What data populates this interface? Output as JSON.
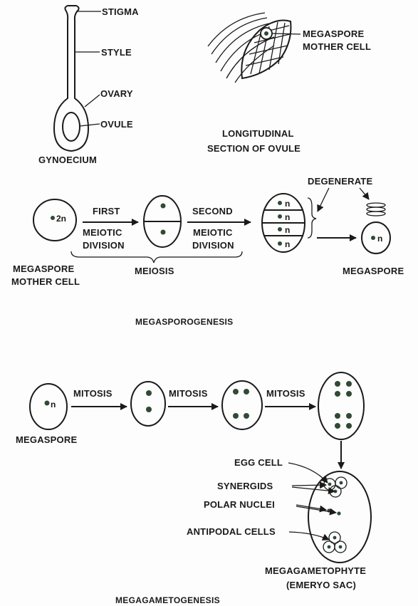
{
  "gynoecium": {
    "stigma": "STIGMA",
    "style": "STYLE",
    "ovary": "OVARY",
    "ovule": "OVULE",
    "caption": "GYNOECIUM"
  },
  "ovule_section": {
    "mmc_line1": "MEGASPORE",
    "mmc_line2": "MOTHER CELL",
    "caption_line1": "LONGITUDINAL",
    "caption_line2": "SECTION OF OVULE"
  },
  "megasporogenesis": {
    "mmc_nucleus": "2n",
    "first_line1": "FIRST",
    "first_line2": "MEIOTIC",
    "first_line3": "DIVISION",
    "second_line1": "SECOND",
    "second_line2": "MEIOTIC",
    "second_line3": "DIVISION",
    "tetrad_nuclei": [
      "n",
      "n",
      "n"
    ],
    "degenerate": "DEGENERATE",
    "megaspore_nucleus": "n",
    "mmc_label_line1": "MEGASPORE",
    "mmc_label_line2": "MOTHER CELL",
    "meiosis": "MEIOSIS",
    "megaspore_label": "MEGASPORE",
    "title": "MEGASPOROGENESIS"
  },
  "megagametogenesis": {
    "megaspore_nucleus": "n",
    "mitosis_1": "MITOSIS",
    "mitosis_2": "MITOSIS",
    "mitosis_3": "MITOSIS",
    "megaspore_label": "MEGASPORE",
    "egg_cell": "EGG CELL",
    "synergids": "SYNERGIDS",
    "polar_nuclei": "POLAR NUCLEI",
    "antipodal_cells": "ANTIPODAL CELLS",
    "megagametophyte_line1": "MEGAGAMETOPHYTE",
    "megagametophyte_line2": "(EMERYO SAC)",
    "title": "MEGAGAMETOGENESIS"
  },
  "colors": {
    "ink": "#1a1a1a",
    "nucleus": "#2f4a35",
    "background": "#fdfdfd"
  }
}
